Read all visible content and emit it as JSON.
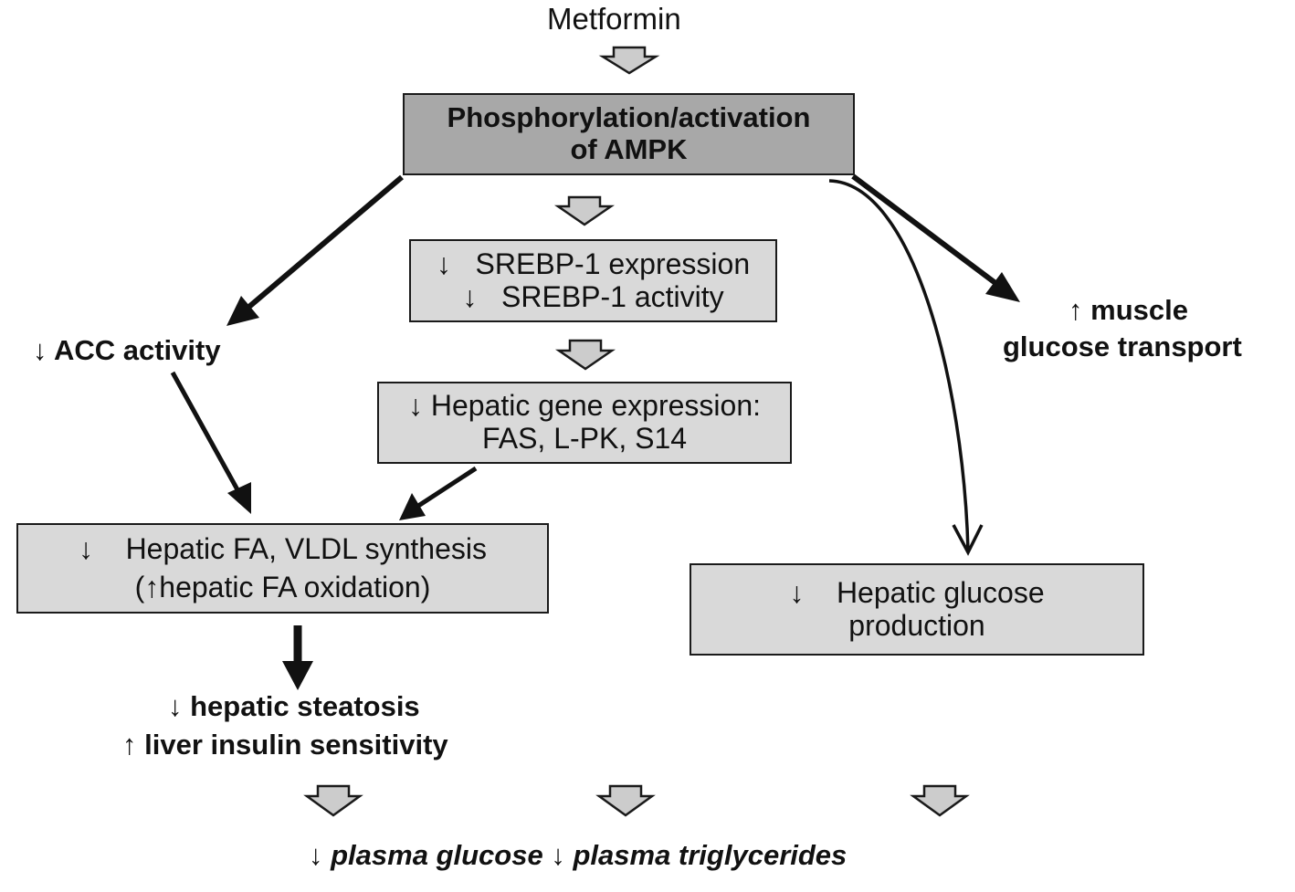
{
  "drug": "Metformin",
  "ampk_box": {
    "line1": "Phosphorylation/activation",
    "line2": "of AMPK"
  },
  "srebp_box": {
    "line1": "SREBP-1 expression",
    "line2": "SREBP-1 activity"
  },
  "gene_box": {
    "line1": "Hepatic gene expression:",
    "line2": "FAS, L-PK, S14"
  },
  "fa_box": {
    "line1": "Hepatic FA, VLDL synthesis",
    "line2": "hepatic FA oxidation)"
  },
  "glucose_box": {
    "line1": "Hepatic glucose",
    "line2": "production"
  },
  "acc_label": "ACC activity",
  "muscle_label": {
    "line1": "muscle",
    "line2": "glucose transport"
  },
  "liver_effects": {
    "line1": "hepatic steatosis",
    "line2": "liver insulin sensitivity"
  },
  "plasma_glucose": "plasma glucose",
  "plasma_tg": "plasma triglycerides",
  "arrow_glyphs": {
    "down": "↓",
    "up": "↑",
    "open_paren": "("
  },
  "colors": {
    "box_fill": "#d9d9d9",
    "box_dark_fill": "#a8a8a8",
    "hollow_arrow_fill": "#cccccc",
    "stroke": "#1a1a1a"
  }
}
